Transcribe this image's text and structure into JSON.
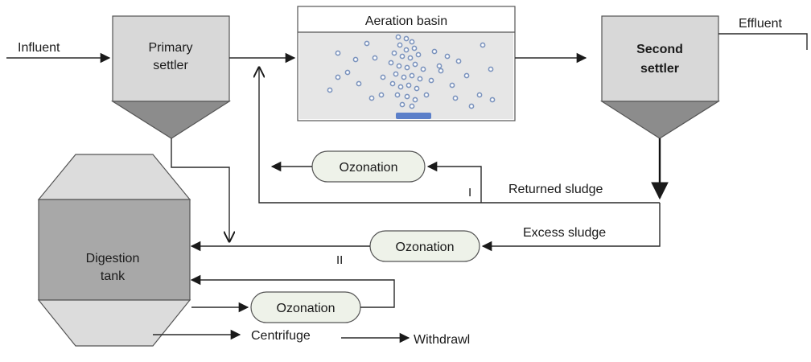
{
  "labels": {
    "influent": "Influent",
    "effluent": "Effluent",
    "primary_settler": [
      "Primary",
      "settler"
    ],
    "aeration_basin": "Aeration basin",
    "second_settler": [
      "Second",
      "settler"
    ],
    "digestion_tank": [
      "Digestion",
      "tank"
    ],
    "ozonation_1": "Ozonation",
    "ozonation_2": "Ozonation",
    "ozonation_3": "Ozonation",
    "returned_sludge": "Returned sludge",
    "excess_sludge": "Excess sludge",
    "roman_1": "I",
    "roman_2": "II",
    "centrifuge": "Centrifuge",
    "withdrawl": "Withdrawl"
  },
  "colors": {
    "settler_fill": "#d8d8d8",
    "settler_cone": "#8c8c8c",
    "digestion_fill": "#a8a8a8",
    "digestion_cap": "#dcdcdc",
    "basin_fill": "#e6e6e6",
    "bubble": "#7b93bd",
    "diffuser": "#5b7fc9",
    "ozonation_fill": "#eef2e9",
    "line": "#2a2a2a"
  }
}
